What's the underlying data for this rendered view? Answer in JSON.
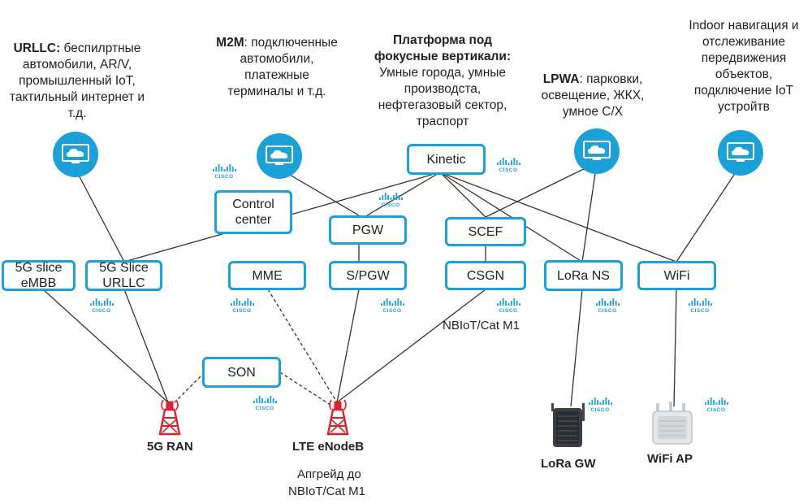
{
  "top_captions": {
    "urllc": {
      "bold": "URLLC:",
      "text": " беспилртные автомобили, AR/V, промышленный IoT, тактильный интернет и т.д."
    },
    "m2m": {
      "bold": "M2M",
      "text": ": подключенные автомобили, платежные терминалы и т.д."
    },
    "platform": {
      "bold": "Платформа под фокусные вертикали:",
      "text": " Умные города, умные производста, нефтегазовый сектор, траспорт"
    },
    "lpwa": {
      "bold": "LPWA",
      "text": ": парковки, освещение, ЖКХ, умное С/Х"
    },
    "indoor": {
      "bold": "",
      "text": "Indoor навигация и отслеживание передвижения объектов, подключение IoT устройтв"
    }
  },
  "nodes": {
    "kinetic": "Kinetic",
    "control_center": "Control center",
    "pgw": "PGW",
    "scef": "SCEF",
    "slice_embb": "5G slice eMBB",
    "slice_urllc": "5G Slice URLLC",
    "mme": "MME",
    "spgw": "S/PGW",
    "csgn": "CSGN",
    "lora_ns": "LoRa NS",
    "wifi": "WiFi",
    "son": "SON"
  },
  "labels": {
    "nbiot": "NBIoT/Cat M1",
    "ran_5g": "5G RAN",
    "lte_enodeb": "LTE eNodeB",
    "upgrade_line1": "Апгрейд до",
    "upgrade_line2": "NBIoT/Cat M1",
    "lora_gw": "LoRa GW",
    "wifi_ap": "WiFi AP"
  },
  "logo_text": "CISCO",
  "colors": {
    "accent": "#1ba0d7",
    "tower": "#d9232e",
    "line": "#333333"
  },
  "icons": {
    "cloud": "cloud-screen-icon",
    "tower": "radio-tower-icon",
    "lora": "lora-gateway-icon",
    "ap": "wifi-access-point-icon",
    "logo": "cisco-logo"
  }
}
